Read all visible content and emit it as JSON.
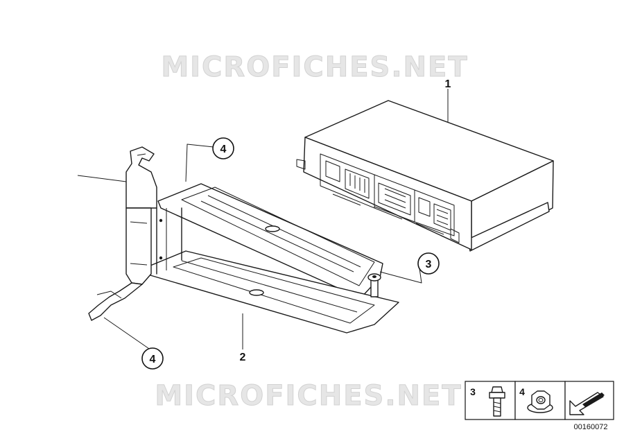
{
  "watermark": {
    "top": "MICROFICHES.NET",
    "bottom": "MICROFICHES.NET"
  },
  "callouts": {
    "control_unit": "1",
    "bracket": "2",
    "bolt": "3",
    "clip_upper": "4",
    "clip_lower": "4"
  },
  "parts_legend": {
    "bolt_label": "3",
    "nut_label": "4"
  },
  "catalog_number": "00160072"
}
